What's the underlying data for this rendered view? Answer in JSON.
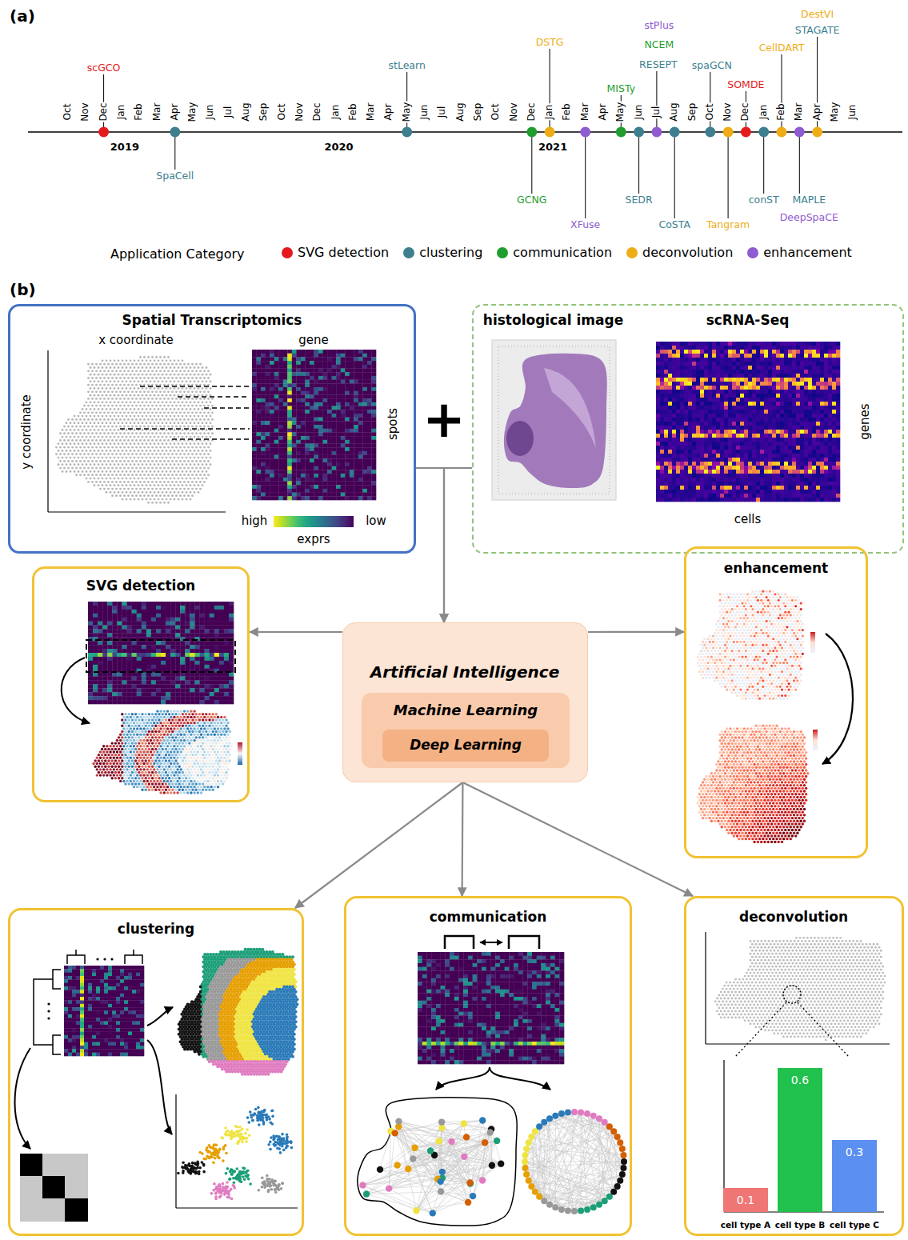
{
  "diagram": {
    "nodes": [
      {
        "text": [
          "Spatial Transcriptomics",
          "x coordinate",
          "gene",
          "y coordinate",
          "spots",
          "high",
          "low",
          "exprs"
        ]
      },
      {
        "text": [
          "histological image",
          "scRNA-Seq",
          "genes",
          "cells"
        ]
      },
      {
        "text": [
          "SVG detection"
        ]
      },
      {
        "text": [
          "Artificial Intelligence"
        ]
      },
      {
        "text": [
          "Machine Learning"
        ],
        "in": 3
      },
      {
        "text": [
          "Deep Learning"
        ],
        "in": 4
      },
      {
        "text": [
          "enhancement"
        ]
      },
      {
        "text": [
          "clustering"
        ]
      },
      {
        "text": [
          "communication"
        ]
      },
      {
        "text": [
          "deconvolution",
          "0.1",
          "0.6",
          "0.3",
          "cell type A",
          "cell type B",
          "cell type C"
        ]
      }
    ],
    "edges": [
      {
        "from": 0,
        "to": 3,
        "arrow": "to"
      },
      {
        "from": 1,
        "to": 3,
        "arrow": "to"
      },
      {
        "from": 3,
        "to": 2,
        "arrow": "to"
      },
      {
        "from": 3,
        "to": 6,
        "arrow": "to"
      },
      {
        "from": 3,
        "to": 7,
        "arrow": "to"
      },
      {
        "from": 3,
        "to": 8,
        "arrow": "to"
      },
      {
        "from": 3,
        "to": 9,
        "arrow": "to"
      }
    ],
    "labels": [
      "(a)",
      "Oct",
      "Nov",
      "Dec",
      "Jan",
      "Feb",
      "Mar",
      "Apr",
      "May",
      "Jun",
      "Jul",
      "Aug",
      "Sep",
      "Oct",
      "Nov",
      "Dec",
      "Jan",
      "Feb",
      "Mar",
      "Apr",
      "May",
      "Jun",
      "Jul",
      "Aug",
      "Sep",
      "Oct",
      "Nov",
      "Dec",
      "Jan",
      "Feb",
      "Mar",
      "Apr",
      "May",
      "Jun",
      "Jul",
      "Aug",
      "Sep",
      "Oct",
      "Nov",
      "Dec",
      "Jan",
      "Feb",
      "Mar",
      "Apr",
      "May",
      "Jun",
      "2019",
      "2020",
      "2021",
      "scGCO",
      "SpaCell",
      "stLearn",
      "GCNG",
      "DSTG",
      "XFuse",
      "MISTy",
      "SEDR",
      "stPlus",
      "NCEM",
      "RESEPT",
      "CoSTA",
      "spaGCN",
      "Tangram",
      "SOMDE",
      "conST",
      "CellDART",
      "MAPLE",
      "DeepSpaCE",
      "DestVI",
      "STAGATE",
      "Application Category",
      "(b)",
      "+"
    ],
    "legend": [
      {
        "text": "SVG detection",
        "color": "#e41a1c"
      },
      {
        "text": "clustering",
        "color": "#3d7f8f"
      },
      {
        "text": "communication",
        "color": "#1f9e2e"
      },
      {
        "text": "deconvolution",
        "color": "#eeac16"
      },
      {
        "text": "enhancement",
        "color": "#8f5bd0"
      }
    ]
  }
}
